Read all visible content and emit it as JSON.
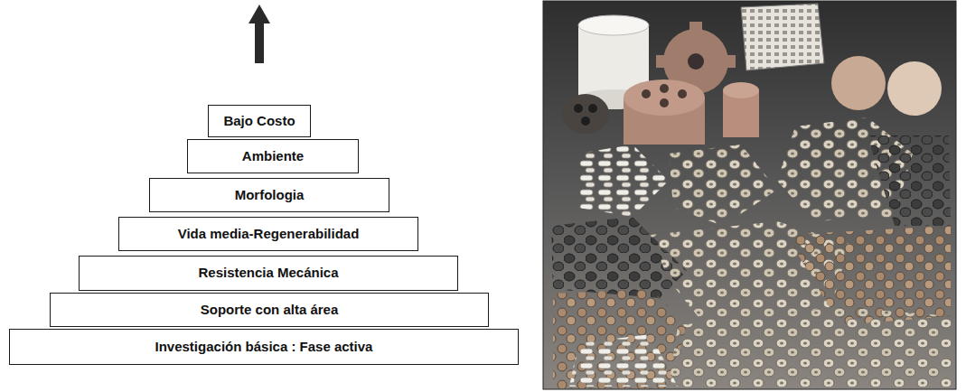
{
  "diagram": {
    "nodes": [
      {
        "text": [
          "Bajo Costo"
        ]
      },
      {
        "text": [
          "Ambiente"
        ]
      },
      {
        "text": [
          "Morfologia"
        ]
      },
      {
        "text": [
          "Vida media-Regenerabilidad"
        ]
      },
      {
        "text": [
          "Resistencia Mecánica"
        ]
      },
      {
        "text": [
          "Soporte con alta área"
        ]
      },
      {
        "text": [
          "Investigación básica : Fase activa"
        ]
      }
    ]
  }
}
